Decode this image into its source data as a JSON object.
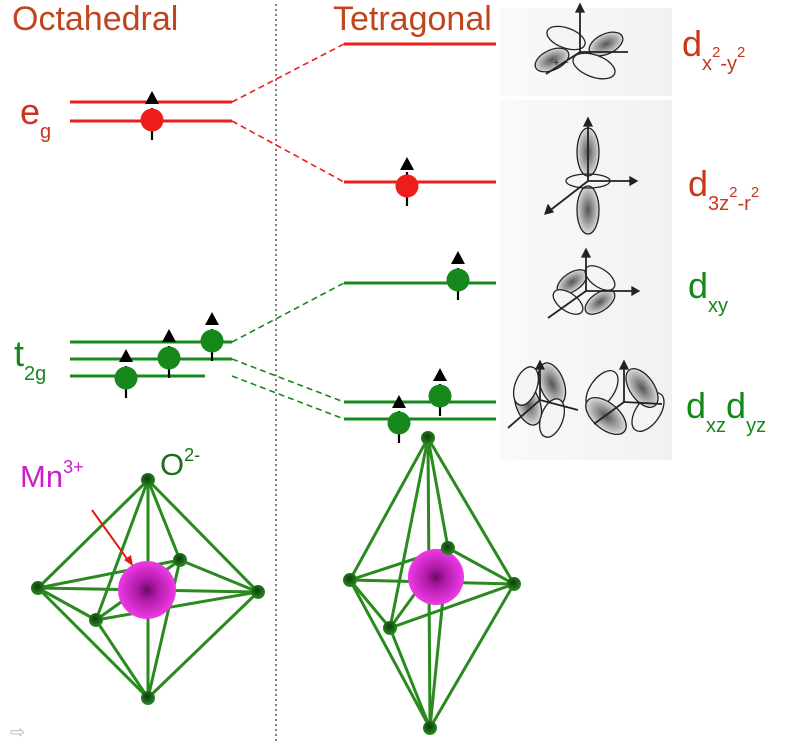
{
  "headers": {
    "left": "Octahedral",
    "right": "Tetragonal"
  },
  "octahedral_levels": {
    "eg": {
      "main": "e",
      "sub": "g"
    },
    "t2g": {
      "main": "t",
      "sub": "2g"
    }
  },
  "orbitals": {
    "dx2y2": {
      "d": "d",
      "sub": "x",
      "sup1": "2",
      "mid": "-y",
      "sup2": "2"
    },
    "dz2": {
      "d": "d",
      "sub": "3z",
      "sup1": "2",
      "mid": "-r",
      "sup2": "2"
    },
    "dxy": {
      "d": "d",
      "sub": "xy"
    },
    "dxzdyz": {
      "d1": "d",
      "sub1": "xz",
      "d2": "d",
      "sub2": "yz"
    }
  },
  "ions": {
    "metal": {
      "symbol": "Mn",
      "charge": "3+"
    },
    "ligand": {
      "symbol": "O",
      "charge": "2-"
    }
  },
  "orbital_signs": "+ −",
  "colors": {
    "eg": "#ef1c1c",
    "t2g": "#16881c",
    "header": "#c0441c",
    "metal_ion": "#cc1ec4",
    "octahedron": "#2a8a1e",
    "oxygen": "#146414",
    "electron_spin": "#000000"
  },
  "icons": {
    "spin_up": "up-arrow-icon",
    "navigation": "forward-arrow-icon"
  }
}
